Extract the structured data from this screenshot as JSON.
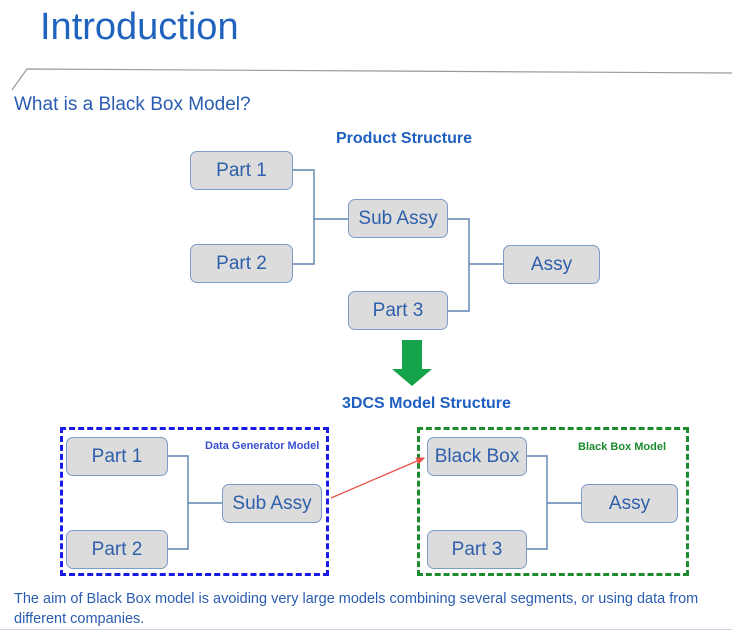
{
  "slide": {
    "title": "Introduction",
    "subtitle": "What is a Black Box Model?",
    "footer_text": "The aim of Black Box model is avoiding very large models combining several segments, or using data from different companies."
  },
  "colors": {
    "title_blue": "#1F63BE",
    "heading_blue": "#1F5FBF",
    "text_blue": "#2A5DB0",
    "node_text_blue": "#2E5FAB",
    "node_fill_gray": "#DCDCDC",
    "node_border_blue": "#7C9CC8",
    "connector_blue": "#5B84B1",
    "arrow_green": "#14A34A",
    "group_blue_dashed": "#1A1AE5",
    "group_green_dashed": "#1C8B2E",
    "red_arrow": "#E8544A",
    "rule_gray": "#9A9A9A"
  },
  "diagrams": [
    {
      "id": "product-structure",
      "heading": "Product Structure",
      "nodes": [
        {
          "id": "part-1",
          "label": "Part 1"
        },
        {
          "id": "part-2",
          "label": "Part 2"
        },
        {
          "id": "sub-assy",
          "label": "Sub Assy"
        },
        {
          "id": "part-3",
          "label": "Part 3"
        },
        {
          "id": "assy",
          "label": "Assy"
        }
      ]
    },
    {
      "id": "3dcs-model-structure",
      "heading": "3DCS Model Structure",
      "groups": [
        {
          "id": "data-generator-model",
          "label": "Data Generator Model",
          "border_style": "dashed",
          "border_color": "#1A1AE5",
          "nodes": [
            {
              "id": "dg-part-1",
              "label": "Part 1"
            },
            {
              "id": "dg-part-2",
              "label": "Part 2"
            },
            {
              "id": "dg-sub-assy",
              "label": "Sub Assy"
            }
          ]
        },
        {
          "id": "black-box-model",
          "label": "Black Box Model",
          "border_style": "dashed",
          "border_color": "#1C8B2E",
          "nodes": [
            {
              "id": "bb-black-box",
              "label": "Black Box"
            },
            {
              "id": "bb-part-3",
              "label": "Part 3"
            },
            {
              "id": "bb-assy",
              "label": "Assy"
            }
          ]
        }
      ]
    }
  ],
  "connectors": {
    "transform_arrow": "down-arrow-green",
    "mapping_arrow": "red-arrow-sub-assy-to-black-box"
  }
}
